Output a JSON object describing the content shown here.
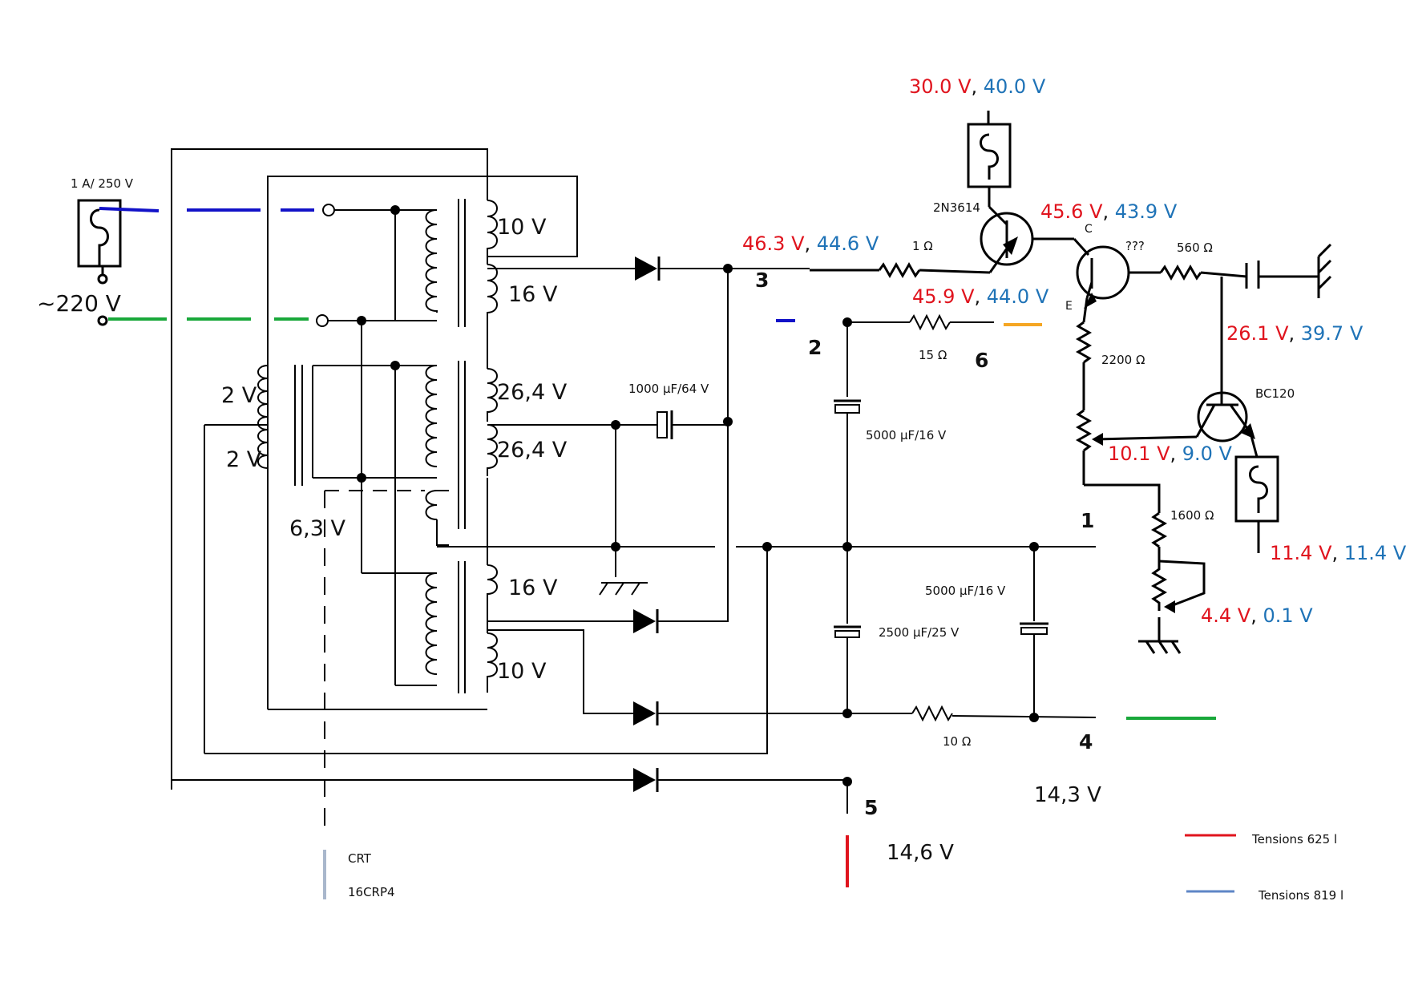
{
  "fuse_rating": "1 A/ 250 V",
  "mains_label": "~220   V",
  "transformer": {
    "windings_right": [
      "10 V",
      "16 V",
      "26,4 V",
      "26,4 V",
      "16 V",
      "10 V"
    ],
    "windings_left": [
      "2 V",
      "2 V"
    ],
    "heater": "6,3 V"
  },
  "components": {
    "c1": "1000 µF/64 V",
    "c2": "5000 µF/16 V",
    "c3": "2500 µF/25 V",
    "c4": "5000 µF/16  V",
    "r_1": "1 Ω",
    "r_15": "15 Ω",
    "r_10": "10 Ω",
    "r_560": "560 Ω",
    "r_2200": "2200 Ω",
    "r_1600": "1600 Ω",
    "q1": "2N3614",
    "q2": "???",
    "q3": "BC120",
    "pin_c": "C",
    "pin_e": "E"
  },
  "nodes": {
    "n1": "1",
    "n2": "2",
    "n3": "3",
    "n4": "4",
    "n5": "5",
    "n6": "6"
  },
  "plain_voltages": {
    "v4": "14,3 V",
    "v5": "14,6 V"
  },
  "measurements": {
    "top": {
      "red": "30.0 V",
      "blue": "40.0 V"
    },
    "node3": {
      "red": "46.3 V",
      "blue": "44.6 V"
    },
    "collector": {
      "red": "45.6 V",
      "blue": "43.9 V"
    },
    "emitter": {
      "red": "45.9 V",
      "blue": "44.0 V"
    },
    "base_bias": {
      "red": "26.1 V",
      "blue": "39.7 V"
    },
    "bc120_base": {
      "red": "10.1 V",
      "blue": "9.0 V"
    },
    "bc120_out": {
      "red": "11.4 V",
      "blue": "11.4 V"
    },
    "pot_low": {
      "red": "4.4 V",
      "blue": "0.1 V"
    }
  },
  "crt": {
    "line1": "CRT",
    "line2": "16CRP4"
  },
  "legend": {
    "red": "Tensions 625 l",
    "blue": "Tensions 819 l"
  },
  "colors": {
    "red": "#e0141e",
    "blue": "#1f73b7",
    "mains_blue": "#1212c8",
    "mains_green": "#19a83a",
    "orange": "#f5a623",
    "crt_gray": "#a9b7cc"
  }
}
